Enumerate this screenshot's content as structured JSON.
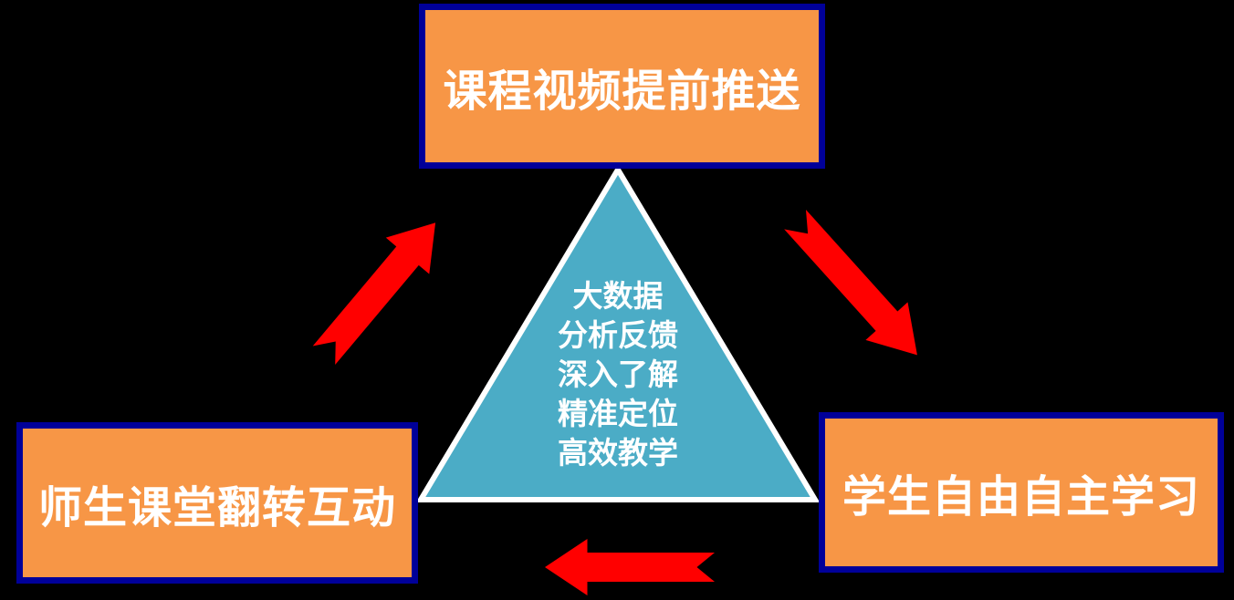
{
  "diagram": {
    "title": "flipped-classroom-cycle",
    "colors": {
      "background": "#000000",
      "node_fill": "#F79646",
      "node_border": "#000099",
      "node_text": "#FFFFFF",
      "triangle_fill": "#4BACC6",
      "triangle_border": "#FFFFFF",
      "arrow": "#FF0000"
    },
    "nodes": {
      "top": {
        "label": "课程视频提前推送"
      },
      "bottom_left": {
        "label": "师生课堂翻转互动"
      },
      "bottom_right": {
        "label": "学生自由自主学习"
      }
    },
    "center_triangle": {
      "lines": [
        "大数据",
        "分析反馈",
        "深入了解",
        "精准定位",
        "高效教学"
      ]
    },
    "arrows": [
      {
        "name": "left-to-top",
        "direction": "up-right"
      },
      {
        "name": "top-to-right",
        "direction": "down-right"
      },
      {
        "name": "right-to-left",
        "direction": "left"
      }
    ]
  }
}
